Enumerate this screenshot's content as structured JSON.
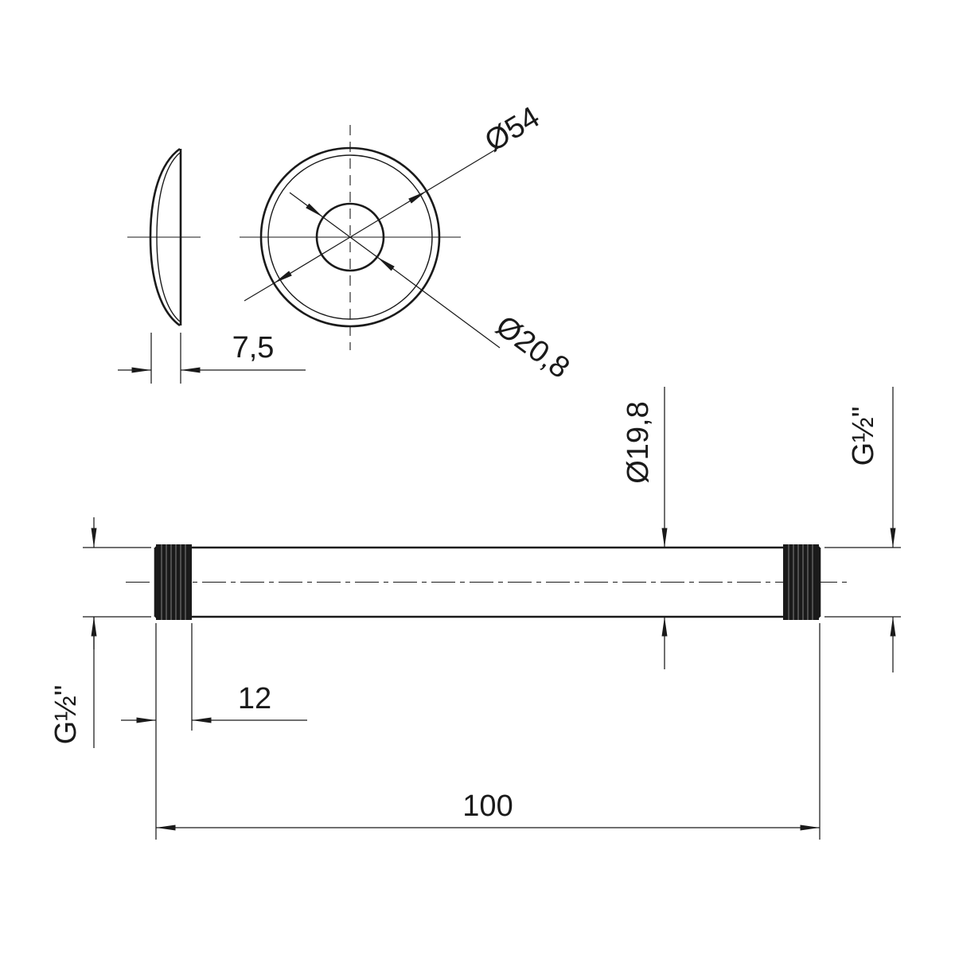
{
  "drawing": {
    "type": "technical-drawing",
    "background_color": "#ffffff",
    "line_color": "#1a1a1a",
    "flange_side_view": {
      "thickness": "7,5"
    },
    "flange_front_view": {
      "outer_diameter": "Ø54",
      "bore_diameter": "Ø20,8"
    },
    "pipe_view": {
      "pipe_diameter": "Ø19,8",
      "thread_size_right": "G½\"",
      "thread_size_left": "G½\"",
      "thread_length": "12",
      "overall_length": "100"
    }
  }
}
